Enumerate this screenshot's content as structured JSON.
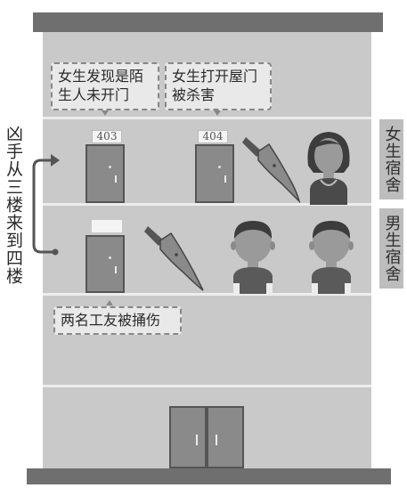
{
  "bubbles": {
    "fourth_left": "女生发现是陌生人未开门",
    "fourth_right": "女生打开屋门被杀害",
    "third": "两名工友被捅伤"
  },
  "doors": {
    "room_403": "403",
    "room_404": "404"
  },
  "side_labels": {
    "female_dorm": "女生宿舍",
    "male_dorm": "男生宿舍"
  },
  "left_note": "凶手从三楼来到四楼",
  "colors": {
    "building": "#c9c9c9",
    "roof": "#6f6f6f",
    "door": "#8a8a8a",
    "floor_line": "#ededed"
  }
}
